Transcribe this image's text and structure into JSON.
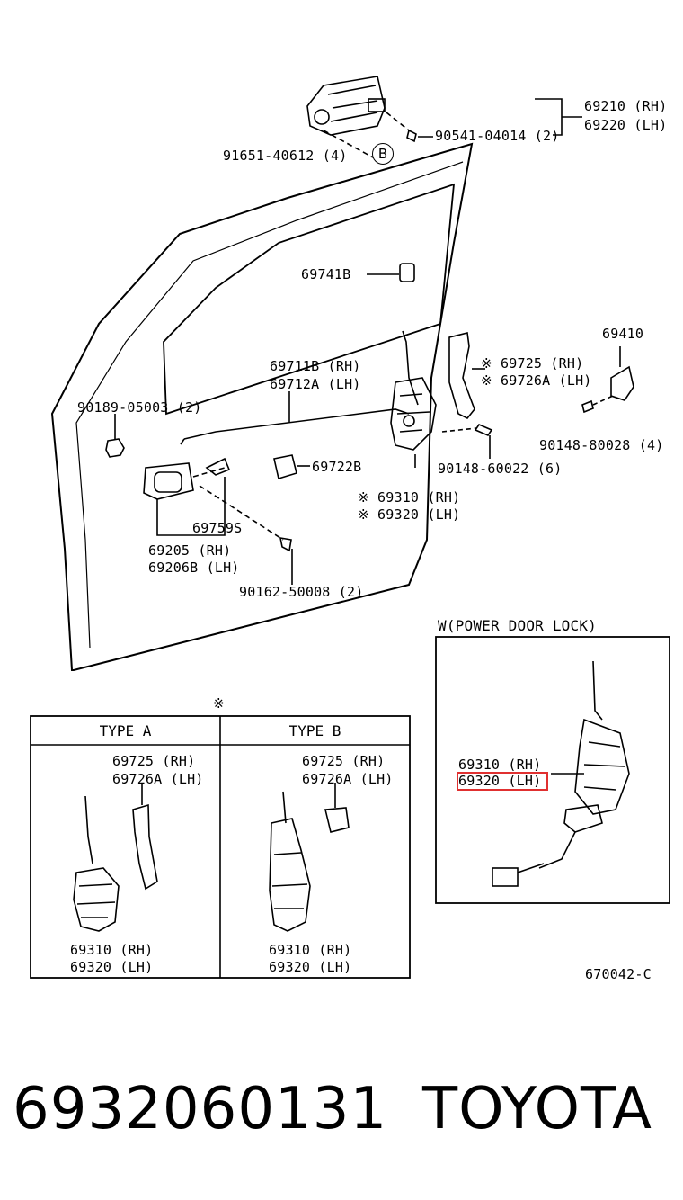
{
  "labels": {
    "handle_rh": "69210 (RH)",
    "handle_lh": "69220 (LH)",
    "bolt_90541": "90541-04014 (2)",
    "screw_91651": "91651-40612 (4)",
    "b_marker": "B",
    "clip_69741b": "69741B",
    "rod_rh": "69711B (RH)",
    "rod_lh": "69712A (LH)",
    "striker": "69410",
    "guide_rh": "※ 69725  (RH)",
    "guide_lh": "※ 69726A (LH)",
    "screw_90148_4": "90148-80028 (4)",
    "clip_90189": "90189-05003 (2)",
    "screw_90148_6": "90148-60022 (6)",
    "cover_69722b": "69722B",
    "lock_rh": "※ 69310 (RH)",
    "lock_lh": "※ 69320 (LH)",
    "clip_69759s": "69759S",
    "inner_rh": "69205  (RH)",
    "inner_lh": "69206B (LH)",
    "screw_90162": "90162-50008 (2)",
    "power_lock_title": "W(POWER DOOR LOCK)",
    "pl_rh": "69310 (RH)",
    "pl_lh": "69320 (LH)",
    "asterisk": "※",
    "type_a": "TYPE A",
    "type_b": "TYPE B",
    "ta_guide_rh": "69725  (RH)",
    "ta_guide_lh": "69726A (LH)",
    "ta_lock_rh": "69310 (RH)",
    "ta_lock_lh": "69320 (LH)",
    "tb_guide_rh": "69725  (RH)",
    "tb_guide_lh": "69726A (LH)",
    "tb_lock_rh": "69310 (RH)",
    "tb_lock_lh": "69320 (LH)",
    "figure_code": "670042-C"
  },
  "footer": {
    "part_number": "6932060131",
    "brand": "TOYOTA"
  },
  "highlight_color": "#e03030"
}
